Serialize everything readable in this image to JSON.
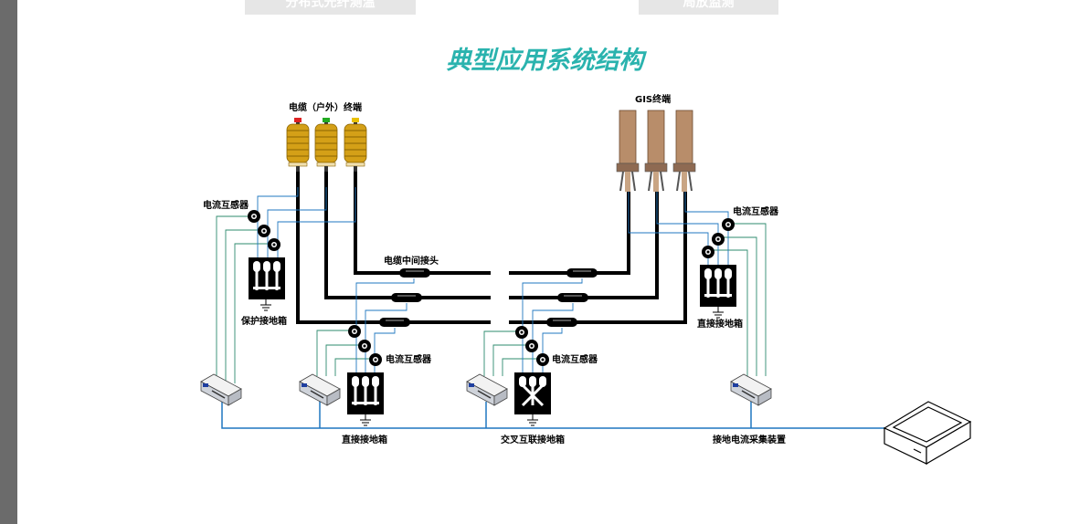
{
  "tabs": [
    "分布式光纤测温",
    "局放监测"
  ],
  "title": "典型应用系统结构",
  "labels": {
    "outdoor_terminal": "电缆（户外）终端",
    "gis_terminal": "GIS终端",
    "ct": "电流互感器",
    "joint": "电缆中间接头",
    "protect_box": "保护接地箱",
    "direct_box": "直接接地箱",
    "cross_box": "交叉互联接地箱",
    "collector": "接地电流采集装置"
  },
  "colors": {
    "title": "#2ab3ae",
    "bus": "#1f77c0",
    "signal": "#2e8b6e",
    "insulator": "#d4a017"
  }
}
